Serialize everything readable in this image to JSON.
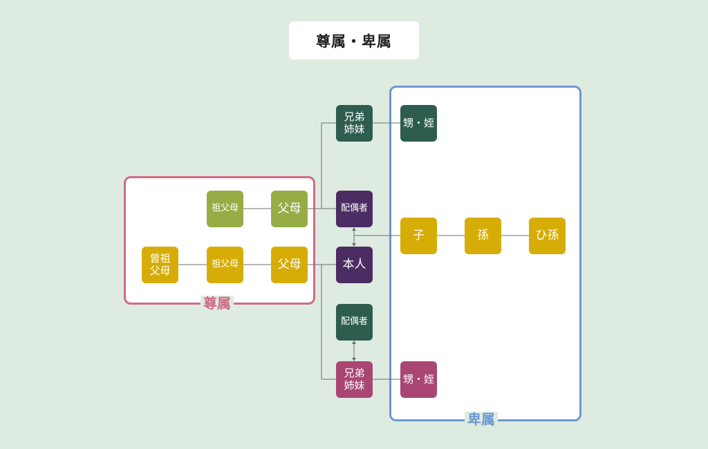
{
  "title": "尊属・卑属",
  "groups": {
    "sonzoku": "尊属",
    "hizoku": "卑属"
  },
  "colors": {
    "background": "#deebe1",
    "sonzoku_border": "#cf6b86",
    "hizoku_border": "#6b99d0",
    "olive": "#97ac45",
    "gold": "#d6ad07",
    "purple": "#4c2c62",
    "teal": "#2e5d50",
    "pink": "#a94673"
  },
  "nodes": {
    "grandparents_spouse_side": "祖父母",
    "parents_spouse_side": "父母",
    "great_grandparents": "曾祖\n父母",
    "grandparents": "祖父母",
    "parents": "父母",
    "spouse": "配偶者",
    "self": "本人",
    "siblings_spouse_side": "兄弟\n姉妹",
    "nephew_niece_spouse_side": "甥・姪",
    "child": "子",
    "grandchild": "孫",
    "great_grandchild": "ひ孫",
    "sibling_spouse": "配偶者",
    "siblings": "兄弟\n姉妹",
    "nephew_niece": "甥・姪"
  }
}
